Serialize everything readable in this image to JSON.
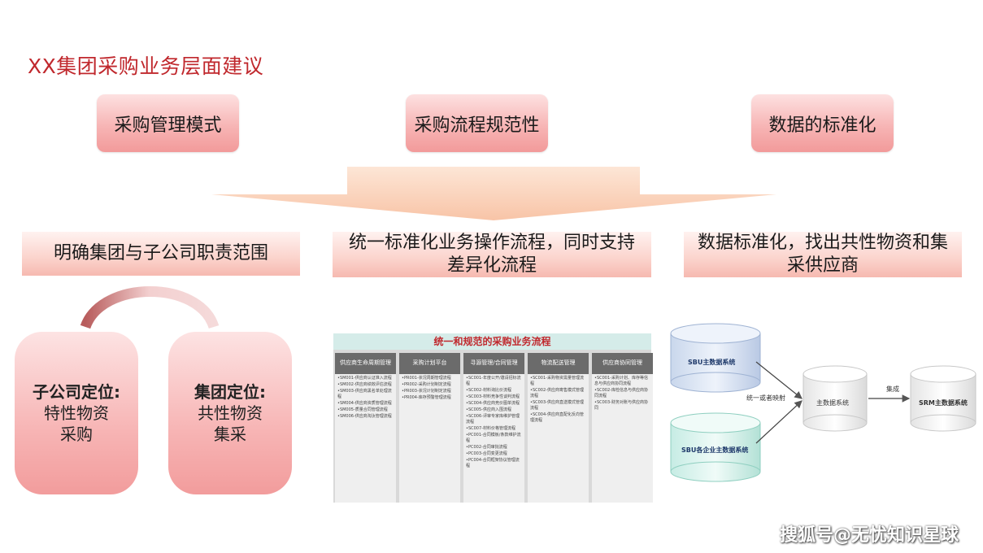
{
  "title": "XX集团采购业务层面建议",
  "top_pills": [
    "采购管理模式",
    "采购流程规范性",
    "数据的标准化"
  ],
  "bands": [
    "明确集团与子公司职责范围",
    "统一标准化业务操作流程，同时支持差异化流程",
    "数据标准化，找出共性物资和集采供应商"
  ],
  "boxes": [
    {
      "head": "子公司定位:",
      "line1": "特性物资",
      "line2": "采购"
    },
    {
      "head": "集团定位:",
      "line1": "共性物资",
      "line2": "集采"
    }
  ],
  "flow": {
    "title": "统一和规范的采购业务流程",
    "columns": [
      {
        "header": "供应商生命周期管理",
        "items": [
          "•SM001-供应商认证准入流程",
          "•SM002-供应商绩效评估流程",
          "•SM003-供应商黑名单处理流程",
          "•SM004-供应商资质管理流程",
          "•SM005-质量合同管理流程",
          "•SM006-供应商淘汰管理流程"
        ]
      },
      {
        "header": "采购计划平台",
        "items": [
          "•PR001-状况周期管理流程",
          "•PR002-采购计划制定流程",
          "•PR003-状况计划制定流程",
          "•PR004-库存预警管理流程"
        ]
      },
      {
        "header": "寻源管理/合同管理",
        "items": [
          "•SC001-年度公开/邀请招标流程",
          "•SC002-材料询比价流程",
          "•SC003-材料竞争性谈判流程",
          "•SC004-供应商竞价图单流程",
          "•SC005-供应商入围流程",
          "•SC006-评审专家库维护管理流程",
          "•SC007-材料价格管理流程",
          "•PC001-合同模板/条款维护流程",
          "•PC002-合同审批流程",
          "•PC003-合同变更流程",
          "•PC004-合同框架协议管理流程"
        ]
      },
      {
        "header": "物流配送管理",
        "items": [
          "•SC001-采购物资需量管理流程",
          "•SC002-供应商寄售模式管理流程",
          "•SC003-供应商直送模式管理流程",
          "•SC004-供应商直配化反向管理流程"
        ]
      },
      {
        "header": "供应商协同管理",
        "items": [
          "•SC001-采购计划、库存等信息与供应商协同流程",
          "•SC002-库检信息与供应商协同流程",
          "•SC003-财务对账与供应商协同"
        ]
      }
    ]
  },
  "data_system": {
    "sbu_master": "SBU主数据系统",
    "sbu_enterprise": "SBU各企业主数据系统",
    "mapping_label": "统一或者映射",
    "master": "主数据系统",
    "integration_label": "集成",
    "srm_master": "SRM主数据系统"
  },
  "watermark": "搜狐号@无忧知识星球",
  "colors": {
    "title_red": "#c0282d",
    "pill_pink": "#f7b5b5",
    "band_peach": "#fbd3cc",
    "col_header_gray": "#6b6b6b"
  }
}
